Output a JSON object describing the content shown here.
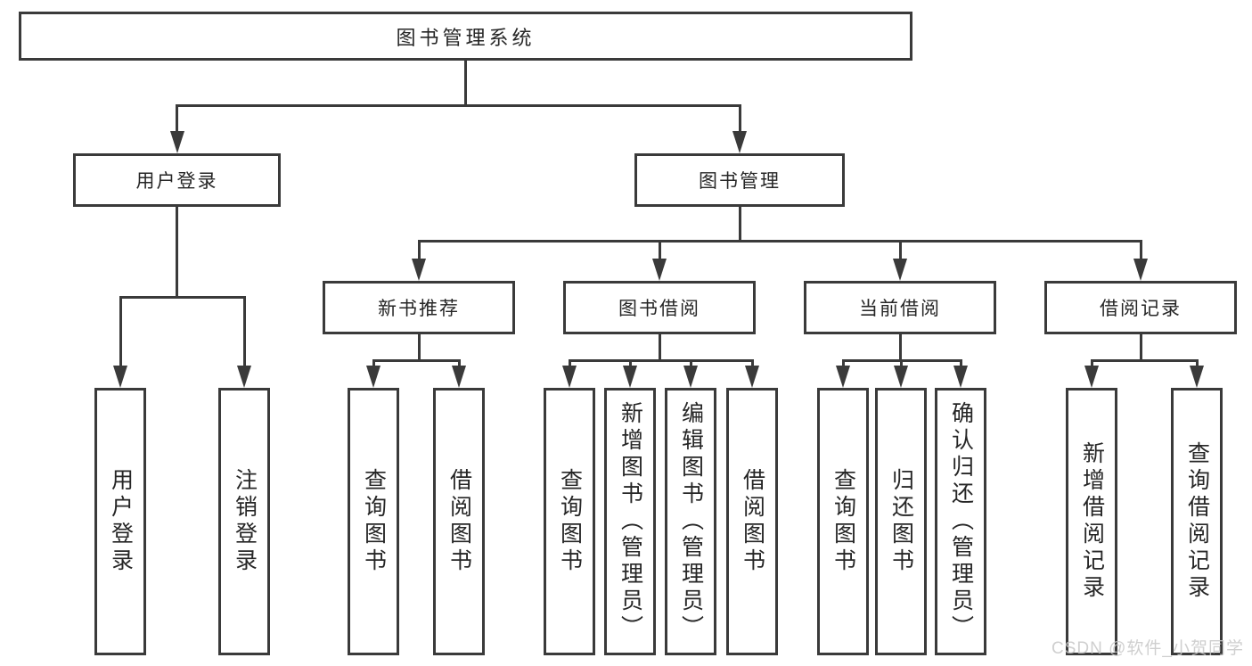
{
  "diagram": {
    "title": "图书管理系统",
    "nodes": [
      {
        "id": "root",
        "label": "图书管理系统",
        "vertical": false
      },
      {
        "id": "login",
        "label": "用户登录",
        "vertical": false
      },
      {
        "id": "mgmt",
        "label": "图书管理",
        "vertical": false
      },
      {
        "id": "new-book",
        "label": "新书推荐",
        "vertical": false
      },
      {
        "id": "borrow",
        "label": "图书借阅",
        "vertical": false
      },
      {
        "id": "current",
        "label": "当前借阅",
        "vertical": false
      },
      {
        "id": "records",
        "label": "借阅记录",
        "vertical": false
      },
      {
        "id": "user-login",
        "label": "用户登录",
        "vertical": true
      },
      {
        "id": "logout",
        "label": "注销登录",
        "vertical": true
      },
      {
        "id": "nb-query",
        "label": "查询图书",
        "vertical": true
      },
      {
        "id": "nb-borrow",
        "label": "借阅图书",
        "vertical": true
      },
      {
        "id": "b-query",
        "label": "查询图书",
        "vertical": true
      },
      {
        "id": "b-add",
        "label": "新增图书（管理员）",
        "vertical": true
      },
      {
        "id": "b-edit",
        "label": "编辑图书（管理员）",
        "vertical": true
      },
      {
        "id": "b-borrow",
        "label": "借阅图书",
        "vertical": true
      },
      {
        "id": "c-query",
        "label": "查询图书",
        "vertical": true
      },
      {
        "id": "c-return",
        "label": "归还图书",
        "vertical": true
      },
      {
        "id": "c-confirm",
        "label": "确认归还（管理员）",
        "vertical": true
      },
      {
        "id": "r-add",
        "label": "新增借阅记录",
        "vertical": true
      },
      {
        "id": "r-query",
        "label": "查询借阅记录",
        "vertical": true
      }
    ],
    "edges": [
      {
        "parent": "root",
        "children": [
          "login",
          "mgmt"
        ]
      },
      {
        "parent": "login",
        "children": [
          "user-login",
          "logout"
        ]
      },
      {
        "parent": "mgmt",
        "children": [
          "new-book",
          "borrow",
          "current",
          "records"
        ]
      },
      {
        "parent": "new-book",
        "children": [
          "nb-query",
          "nb-borrow"
        ]
      },
      {
        "parent": "borrow",
        "children": [
          "b-query",
          "b-add",
          "b-edit",
          "b-borrow"
        ]
      },
      {
        "parent": "current",
        "children": [
          "c-query",
          "c-return",
          "c-confirm"
        ]
      },
      {
        "parent": "records",
        "children": [
          "r-add",
          "r-query"
        ]
      }
    ]
  },
  "watermark": {
    "text": "CSDN @软件_小贺同学"
  },
  "colors": {
    "line": "#3a3a3a",
    "text": "#262626",
    "background": "#ffffff",
    "watermark": "#c7c7c7"
  }
}
